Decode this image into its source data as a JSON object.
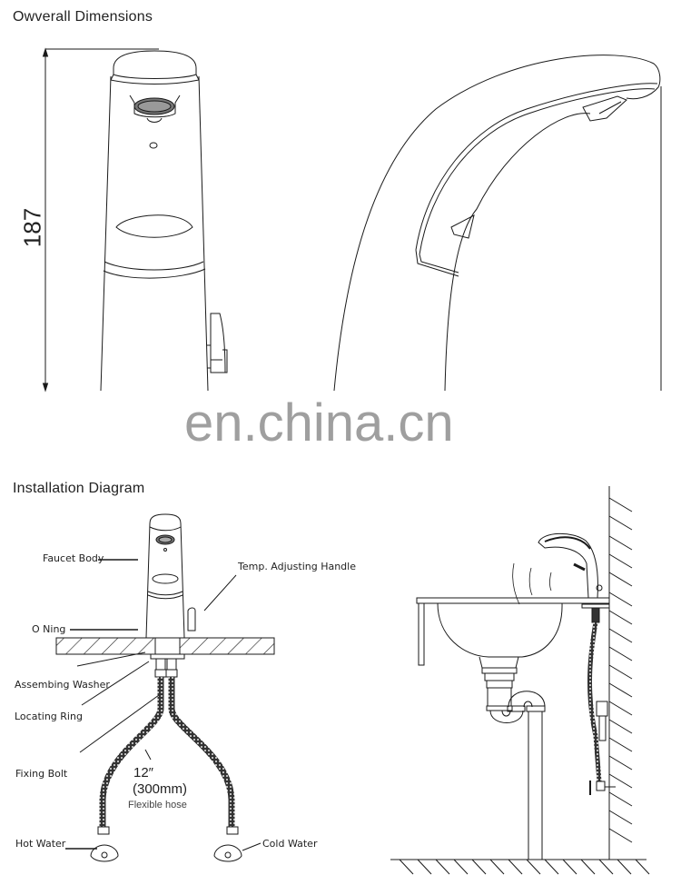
{
  "sections": {
    "dimensions": {
      "title": "Owverall Dimensions",
      "height_value": "187"
    },
    "watermark": "en.china.cn",
    "installation": {
      "title": "Installation Diagram",
      "labels": {
        "faucet_body": "Faucet Body",
        "temp_handle": "Temp. Adjusting Handle",
        "o_ring": "O Ning",
        "washer": "Assembing Washer",
        "locating_ring": "Locating Ring",
        "fixing_bolt": "Fixing Bolt",
        "hot_water": "Hot Water",
        "cold_water": "Cold Water"
      },
      "hose": {
        "length_in": "12″",
        "length_mm": "(300mm)",
        "caption": "Flexible hose"
      }
    }
  },
  "colors": {
    "line": "#1a1a1a",
    "watermark": "#9a9a9a",
    "background": "#ffffff"
  }
}
